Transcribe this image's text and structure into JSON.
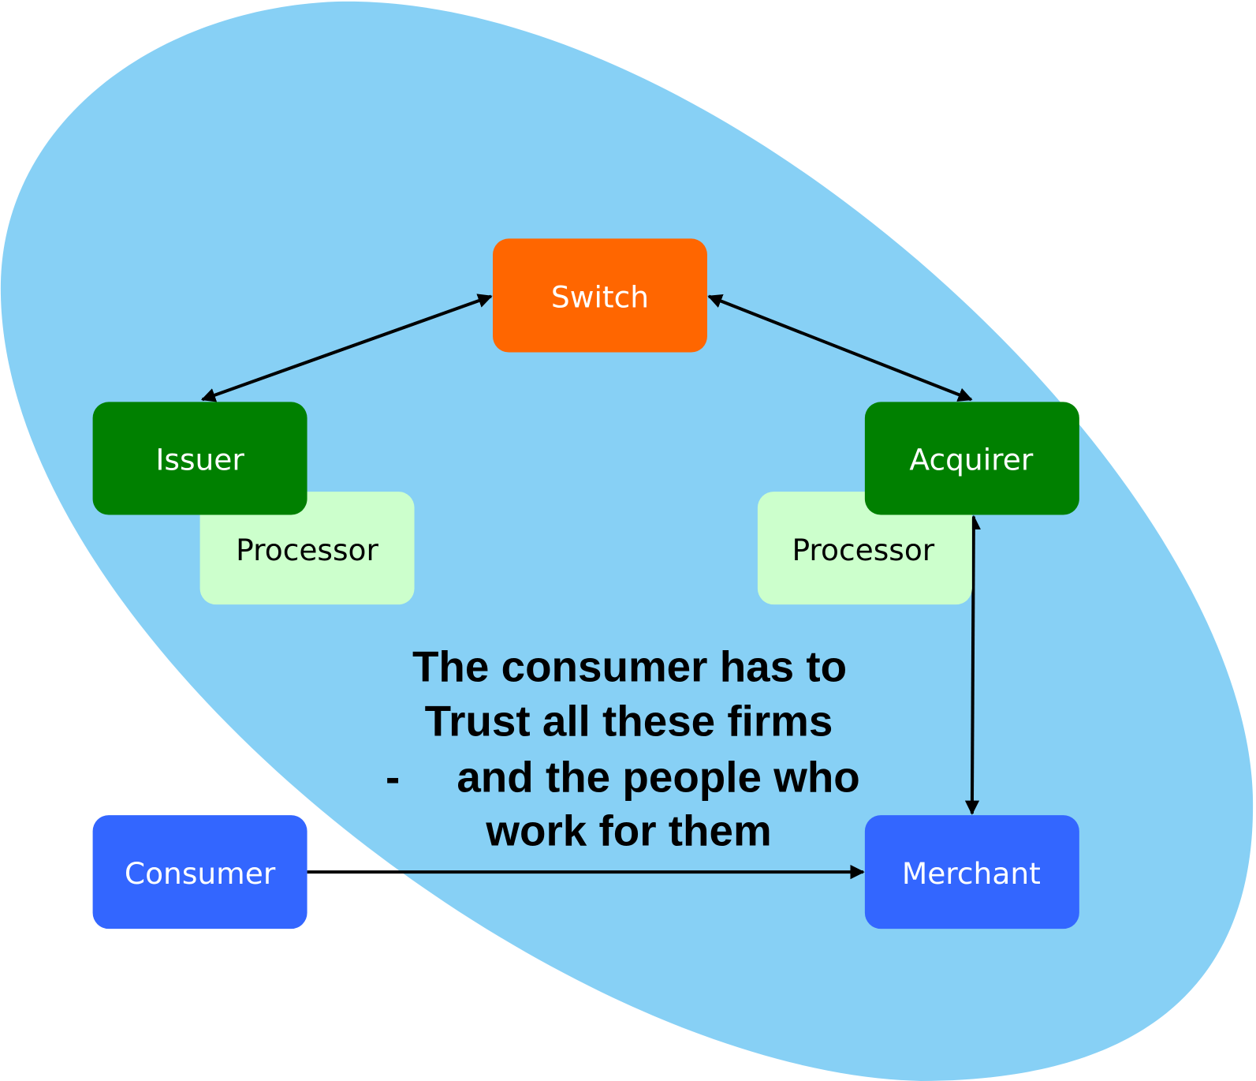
{
  "nodes": {
    "switch": {
      "label": "Switch",
      "color": "#FF6600",
      "text_color": "#FFFFFF"
    },
    "issuer": {
      "label": "Issuer",
      "color": "#008000",
      "text_color": "#FFFFFF"
    },
    "issuer_processor": {
      "label": "Processor",
      "color": "#CCFFCC",
      "text_color": "#000000"
    },
    "acquirer": {
      "label": "Acquirer",
      "color": "#008000",
      "text_color": "#FFFFFF"
    },
    "acquirer_processor": {
      "label": "Processor",
      "color": "#CCFFCC",
      "text_color": "#000000"
    },
    "consumer": {
      "label": "Consumer",
      "color": "#3366FF",
      "text_color": "#FFFFFF"
    },
    "merchant": {
      "label": "Merchant",
      "color": "#3366FF",
      "text_color": "#FFFFFF"
    }
  },
  "background_color": "#87D0F5",
  "message": {
    "line1": "The consumer has to",
    "line2": "Trust all these firms",
    "line3_bullet": "-",
    "line3": "and the people who",
    "line4": "work for them"
  }
}
